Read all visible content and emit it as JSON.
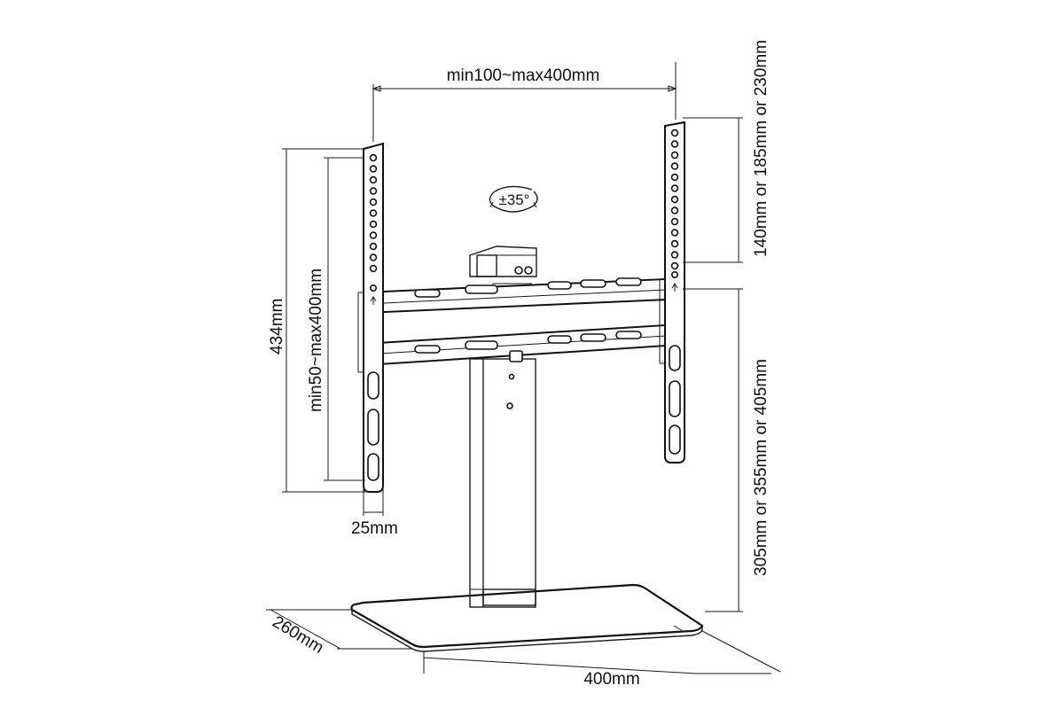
{
  "labels": {
    "width_range": "min100~max400mm",
    "upper_offset": "140mm or 185mm or 230mm",
    "lower_height": "305mm or 355mm or 405mm",
    "overall_height": "434mm",
    "height_range": "min50~max400mm",
    "arm_depth": "25mm",
    "base_depth": "260mm",
    "base_width": "400mm",
    "swivel": "±35°"
  }
}
